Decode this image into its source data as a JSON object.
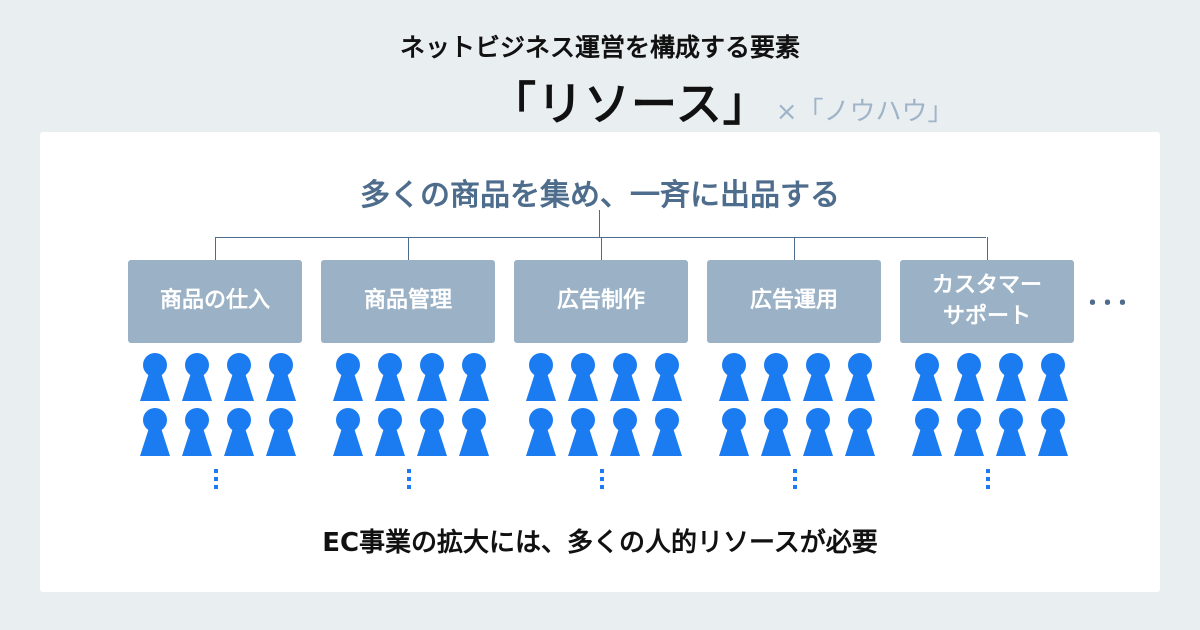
{
  "header": {
    "title": "ネットビジネス運営を構成する要素",
    "resource": "「リソース」",
    "times": "×",
    "knowhow": "「ノウハウ」"
  },
  "diagram": {
    "heading": "多くの商品を集め、一斉に出品する",
    "categories": [
      "商品の仕入",
      "商品管理",
      "広告制作",
      "広告運用",
      "カスタマーサポート"
    ],
    "more": "…",
    "people_per_category": 8,
    "person_color": "#1a7cf0",
    "footer": "EC事業の拡大には、多くの人的リソースが必要"
  }
}
